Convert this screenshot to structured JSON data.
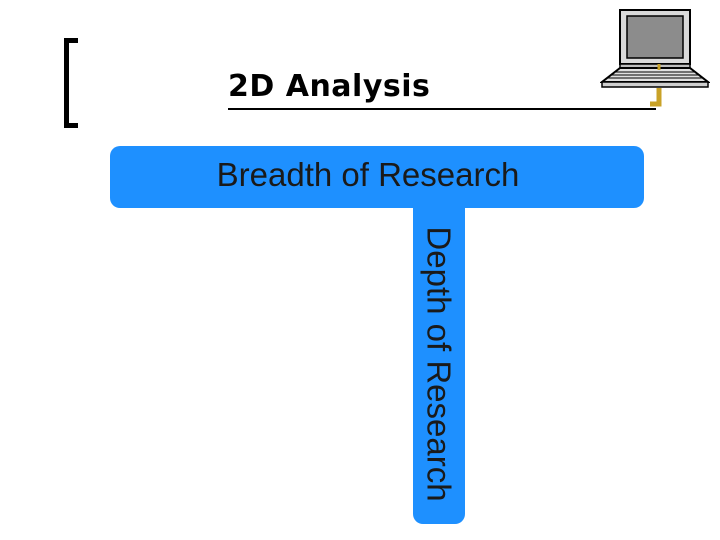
{
  "slide": {
    "title": "2D Analysis"
  },
  "diagram": {
    "horizontal_label": "Breadth of Research",
    "vertical_label": "Depth of Research"
  },
  "icons": {
    "decoration": "laptop-icon"
  },
  "colors": {
    "bar_fill": "#1e90ff",
    "bracket_accent": "#c9a227",
    "title_color": "#000000"
  }
}
